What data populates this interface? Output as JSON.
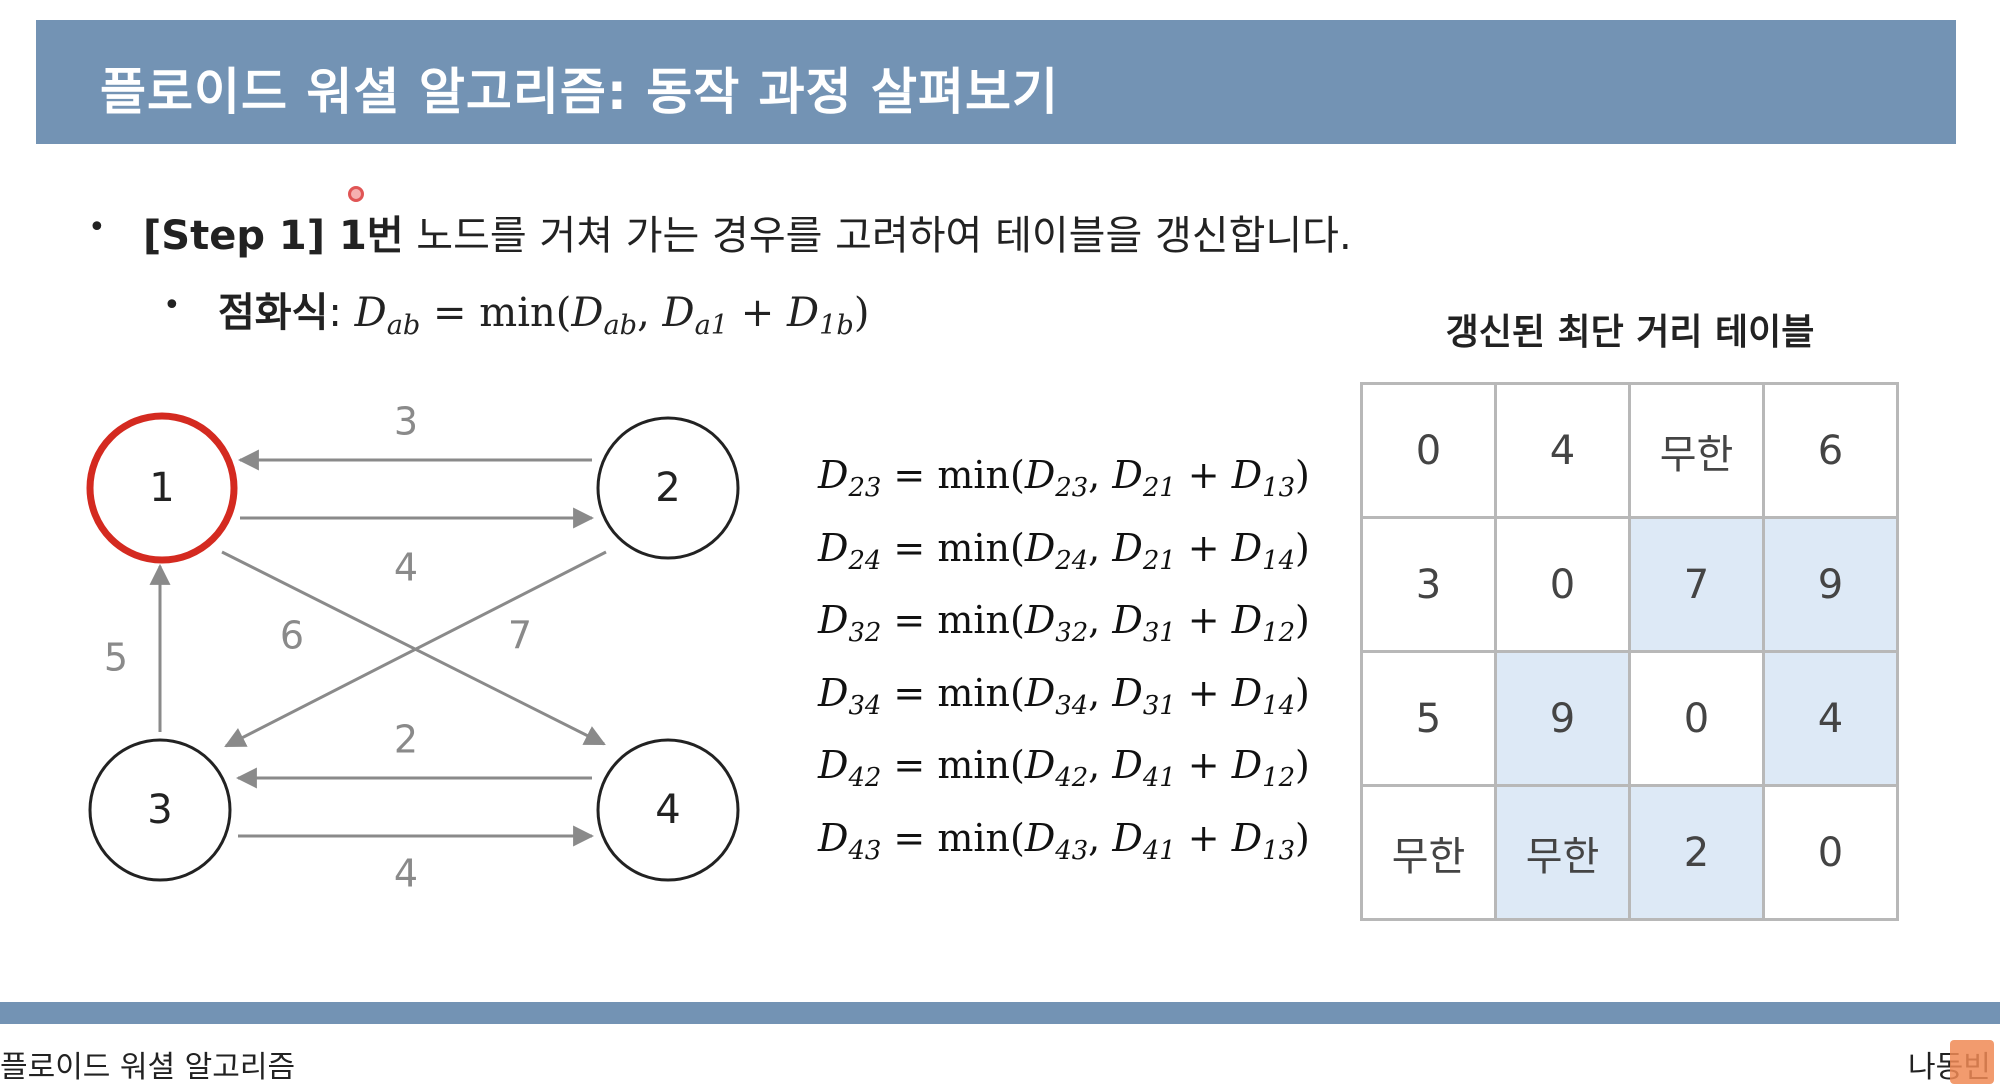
{
  "slide": {
    "title": "플로이드 워셜 알고리즘: 동작 과정 살펴보기",
    "bullet_symbol": "•",
    "step_bullet": {
      "prefix": "[Step 1] 1번",
      "rest": " 노드를 거쳐 가는 경우를 고려하여 테이블을 갱신합니다."
    },
    "recurrence": {
      "label": "점화식",
      "colon": ":",
      "formula_main": "D",
      "formula_sub_ab": "ab",
      "formula_eq_min": " = min(",
      "formula_comma": ", ",
      "formula_sub_a1": "a1",
      "formula_plus": " + ",
      "formula_sub_1b": "1b",
      "formula_close": ")"
    }
  },
  "graph": {
    "nodes": [
      {
        "id": "1",
        "label": "1",
        "highlighted": true
      },
      {
        "id": "2",
        "label": "2",
        "highlighted": false
      },
      {
        "id": "3",
        "label": "3",
        "highlighted": false
      },
      {
        "id": "4",
        "label": "4",
        "highlighted": false
      }
    ],
    "edges": [
      {
        "from": "2",
        "to": "1",
        "weight": "3"
      },
      {
        "from": "1",
        "to": "2",
        "weight": "4"
      },
      {
        "from": "1",
        "to": "4",
        "weight": "6"
      },
      {
        "from": "2",
        "to": "3",
        "weight": "7"
      },
      {
        "from": "3",
        "to": "1",
        "weight": "5"
      },
      {
        "from": "4",
        "to": "3",
        "weight": "2"
      },
      {
        "from": "3",
        "to": "4",
        "weight": "4"
      }
    ],
    "colors": {
      "highlight": "#d42a20",
      "node_border": "#222222",
      "edge": "#8a8a8a",
      "weight_text": "#8a8a8a"
    }
  },
  "equations": [
    {
      "lhs": "23",
      "via_a": "21",
      "via_b": "13"
    },
    {
      "lhs": "24",
      "via_a": "21",
      "via_b": "14"
    },
    {
      "lhs": "32",
      "via_a": "31",
      "via_b": "12"
    },
    {
      "lhs": "34",
      "via_a": "31",
      "via_b": "14"
    },
    {
      "lhs": "42",
      "via_a": "41",
      "via_b": "12"
    },
    {
      "lhs": "43",
      "via_a": "41",
      "via_b": "13"
    }
  ],
  "equation_text": {
    "d": "D",
    "eq_min": " = min(",
    "comma": ", ",
    "plus": " + ",
    "close": ")"
  },
  "table": {
    "title": "갱신된 최단 거리 테이블",
    "rows": [
      [
        "0",
        "4",
        "무한",
        "6"
      ],
      [
        "3",
        "0",
        "7",
        "9"
      ],
      [
        "5",
        "9",
        "0",
        "4"
      ],
      [
        "무한",
        "무한",
        "2",
        "0"
      ]
    ],
    "updated_cells": [
      [
        1,
        2
      ],
      [
        1,
        3
      ],
      [
        2,
        1
      ],
      [
        2,
        3
      ],
      [
        3,
        1
      ],
      [
        3,
        2
      ]
    ],
    "colors": {
      "updated_bg": "#dde9f6",
      "border": "#b8b8b8"
    }
  },
  "footer": {
    "left": "플로이드 워셜 알고리즘",
    "right": "나동빈"
  },
  "colors": {
    "title_bar": "#7393b4",
    "footer_bar": "#7393b4"
  }
}
